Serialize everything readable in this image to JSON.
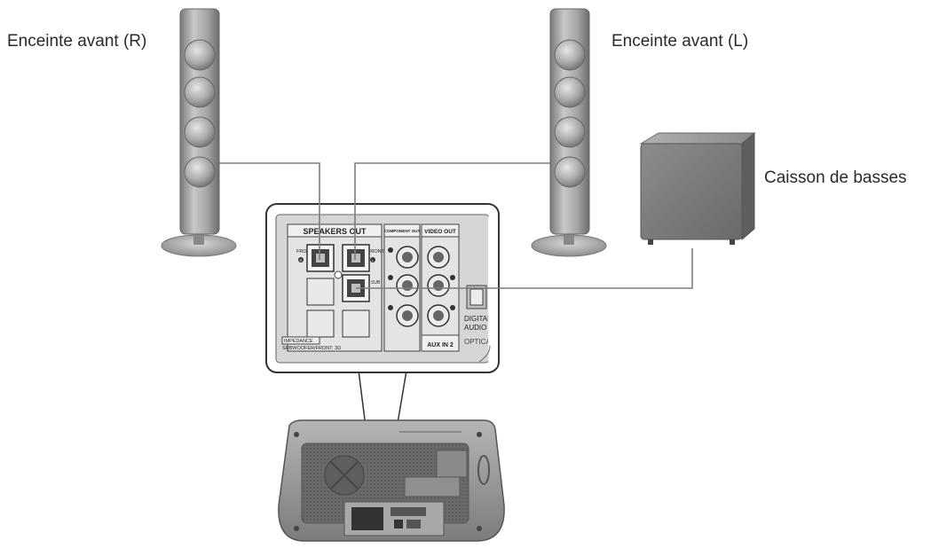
{
  "labels": {
    "front_right": "Enceinte avant (R)",
    "front_left": "Enceinte avant (L)",
    "subwoofer": "Caisson de basses"
  },
  "panel": {
    "speakers_out": "SPEAKERS OUT",
    "component_out": "COMPONENT OUT",
    "video_out": "VIDEO OUT",
    "front_r": "FRONT",
    "front_l": "FRONT",
    "sub": "SUB",
    "impedance": "IMPEDANCE",
    "impedance_value": "SUBWOOFER/FRONT: 3Ω",
    "aux_in_2": "AUX IN 2",
    "digital_audio_1": "DIGITAL",
    "digital_audio_2": "AUDIO",
    "optical": "OPTICAL"
  },
  "colors": {
    "cable": "#8a8a8a",
    "speaker_body": "#9a9a9a",
    "panel_bg": "#d9d9d9",
    "panel_text": "#333333"
  }
}
